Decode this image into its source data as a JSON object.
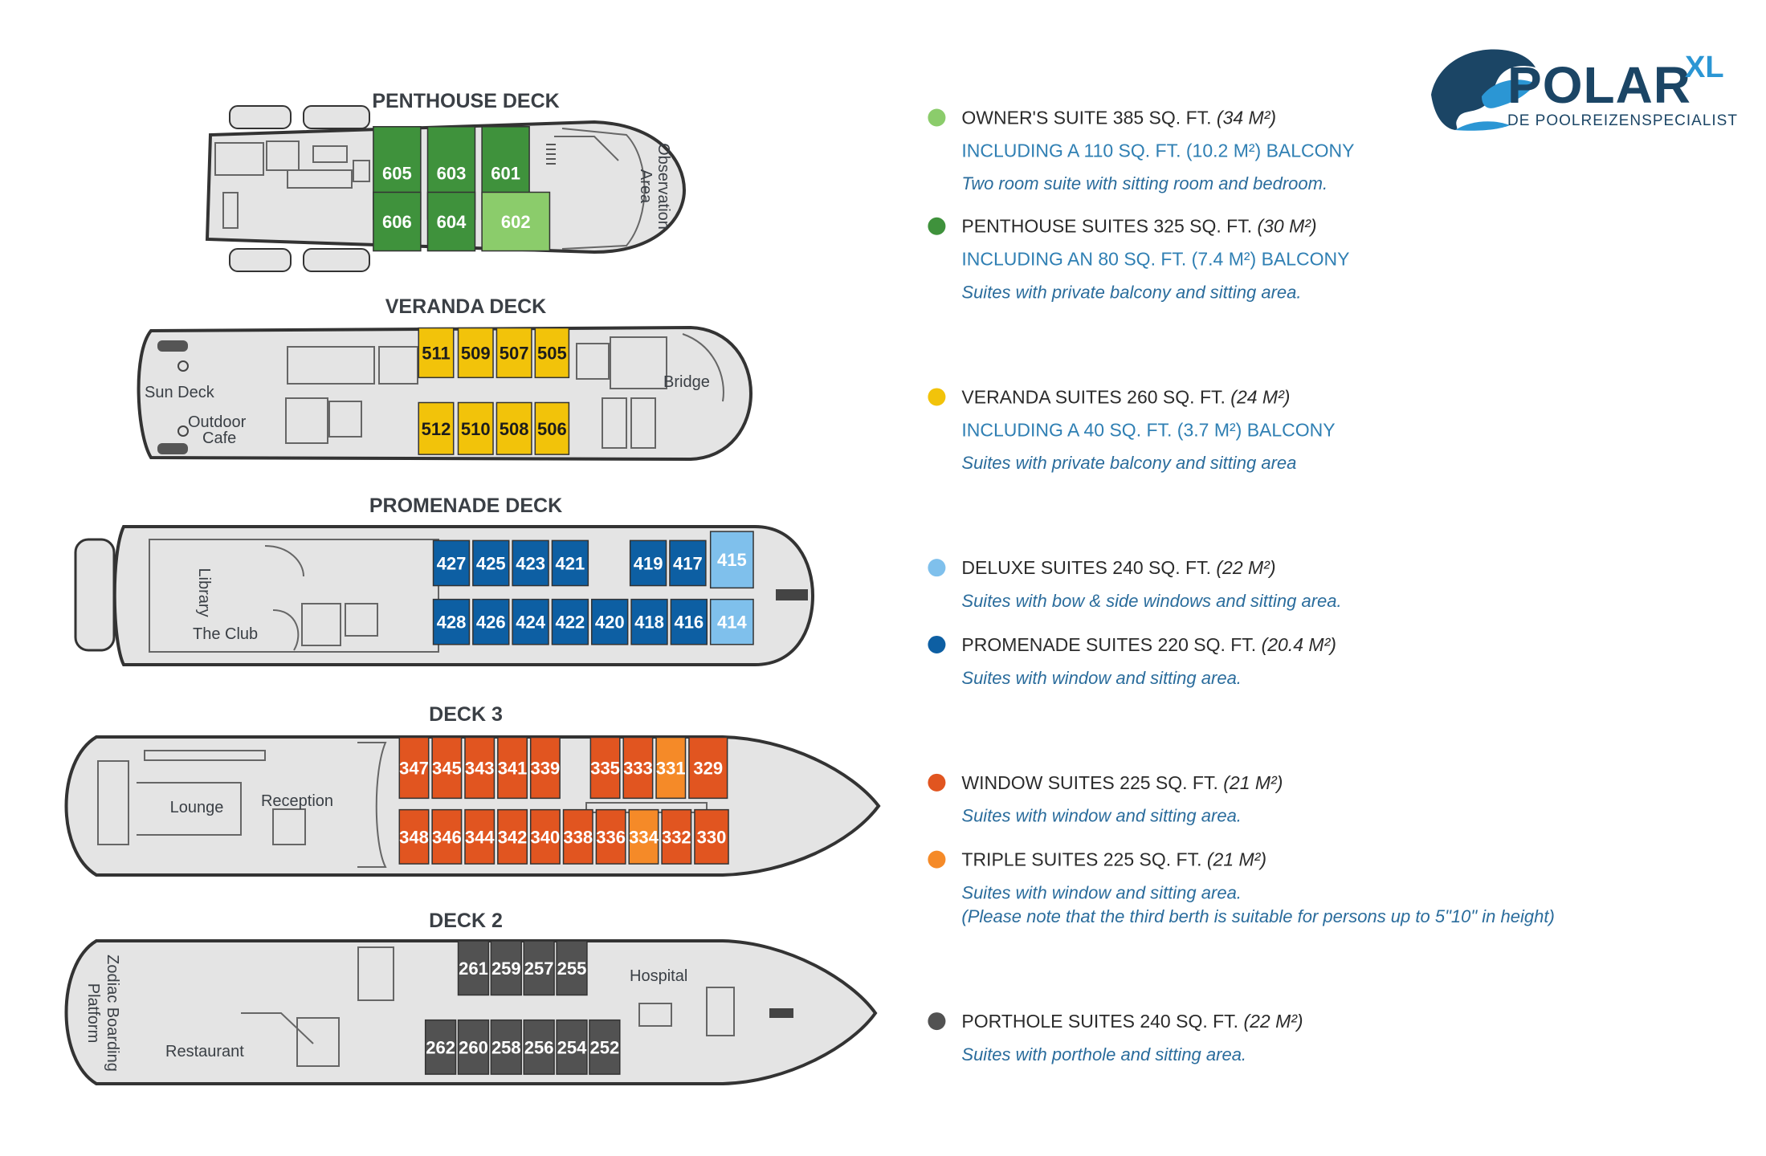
{
  "brand": {
    "name": "POLAR",
    "suffix": "XL",
    "tagline": "DE POOLREIZENSPECIALIST"
  },
  "colors": {
    "owner": "#8bcc6b",
    "penthouse": "#3f923c",
    "veranda": "#f2c30a",
    "deluxe": "#7fc0ec",
    "promenade": "#0d5fa3",
    "window": "#e15520",
    "triple": "#f58a28",
    "porthole": "#525252",
    "deck": "#e4e4e4",
    "outline": "#333333"
  },
  "decks": [
    {
      "title": "PENTHOUSE DECK",
      "labels": [
        "Observation",
        "Area"
      ],
      "cabins": [
        {
          "num": "605",
          "type": "penthouse"
        },
        {
          "num": "603",
          "type": "penthouse"
        },
        {
          "num": "601",
          "type": "penthouse"
        },
        {
          "num": "606",
          "type": "penthouse"
        },
        {
          "num": "604",
          "type": "penthouse"
        },
        {
          "num": "602",
          "type": "owner"
        }
      ]
    },
    {
      "title": "VERANDA DECK",
      "labels": [
        "Sun Deck",
        "Outdoor",
        "Cafe",
        "Bridge"
      ],
      "cabins": [
        {
          "num": "511",
          "type": "veranda"
        },
        {
          "num": "509",
          "type": "veranda"
        },
        {
          "num": "507",
          "type": "veranda"
        },
        {
          "num": "505",
          "type": "veranda"
        },
        {
          "num": "512",
          "type": "veranda"
        },
        {
          "num": "510",
          "type": "veranda"
        },
        {
          "num": "508",
          "type": "veranda"
        },
        {
          "num": "506",
          "type": "veranda"
        }
      ]
    },
    {
      "title": "PROMENADE DECK",
      "labels": [
        "Library",
        "The Club"
      ],
      "cabins": [
        {
          "num": "427",
          "type": "promenade"
        },
        {
          "num": "425",
          "type": "promenade"
        },
        {
          "num": "423",
          "type": "promenade"
        },
        {
          "num": "421",
          "type": "promenade"
        },
        {
          "num": "419",
          "type": "promenade"
        },
        {
          "num": "417",
          "type": "promenade"
        },
        {
          "num": "415",
          "type": "deluxe"
        },
        {
          "num": "428",
          "type": "promenade"
        },
        {
          "num": "426",
          "type": "promenade"
        },
        {
          "num": "424",
          "type": "promenade"
        },
        {
          "num": "422",
          "type": "promenade"
        },
        {
          "num": "420",
          "type": "promenade"
        },
        {
          "num": "418",
          "type": "promenade"
        },
        {
          "num": "416",
          "type": "promenade"
        },
        {
          "num": "414",
          "type": "deluxe"
        }
      ]
    },
    {
      "title": "DECK 3",
      "labels": [
        "Lounge",
        "Reception"
      ],
      "cabins": [
        {
          "num": "347",
          "type": "window"
        },
        {
          "num": "345",
          "type": "window"
        },
        {
          "num": "343",
          "type": "window"
        },
        {
          "num": "341",
          "type": "window"
        },
        {
          "num": "339",
          "type": "window"
        },
        {
          "num": "335",
          "type": "window"
        },
        {
          "num": "333",
          "type": "window"
        },
        {
          "num": "331",
          "type": "triple"
        },
        {
          "num": "329",
          "type": "window"
        },
        {
          "num": "348",
          "type": "window"
        },
        {
          "num": "346",
          "type": "window"
        },
        {
          "num": "344",
          "type": "window"
        },
        {
          "num": "342",
          "type": "window"
        },
        {
          "num": "340",
          "type": "window"
        },
        {
          "num": "338",
          "type": "window"
        },
        {
          "num": "336",
          "type": "window"
        },
        {
          "num": "334",
          "type": "triple"
        },
        {
          "num": "332",
          "type": "window"
        },
        {
          "num": "330",
          "type": "window"
        }
      ]
    },
    {
      "title": "DECK 2",
      "labels": [
        "Zodiac Boarding",
        "Platform",
        "Restaurant",
        "Hospital"
      ],
      "cabins": [
        {
          "num": "261",
          "type": "porthole"
        },
        {
          "num": "259",
          "type": "porthole"
        },
        {
          "num": "257",
          "type": "porthole"
        },
        {
          "num": "255",
          "type": "porthole"
        },
        {
          "num": "262",
          "type": "porthole"
        },
        {
          "num": "260",
          "type": "porthole"
        },
        {
          "num": "258",
          "type": "porthole"
        },
        {
          "num": "256",
          "type": "porthole"
        },
        {
          "num": "254",
          "type": "porthole"
        },
        {
          "num": "252",
          "type": "porthole"
        }
      ]
    }
  ],
  "legend": [
    {
      "type": "owner",
      "title": "OWNER'S SUITE 385 SQ. FT.",
      "area": "(34 M²)",
      "sub": "INCLUDING A 110 SQ. FT. (10.2 M²) BALCONY",
      "desc": [
        "Two room suite with sitting room and bedroom."
      ]
    },
    {
      "type": "penthouse",
      "title": "PENTHOUSE SUITES 325 SQ. FT.",
      "area": "(30 M²)",
      "sub": "INCLUDING AN 80 SQ. FT. (7.4 M²) BALCONY",
      "desc": [
        "Suites with private balcony and sitting area."
      ]
    },
    {
      "type": "veranda",
      "title": "VERANDA SUITES 260 SQ. FT.",
      "area": "(24 M²)",
      "sub": "INCLUDING A 40 SQ. FT. (3.7 M²) BALCONY",
      "desc": [
        "Suites with private balcony and sitting area"
      ]
    },
    {
      "type": "deluxe",
      "title": "DELUXE SUITES 240 SQ. FT.",
      "area": "(22 M²)",
      "sub": "",
      "desc": [
        "Suites with bow & side windows and sitting area."
      ]
    },
    {
      "type": "promenade",
      "title": "PROMENADE SUITES 220 SQ. FT.",
      "area": "(20.4 M²)",
      "sub": "",
      "desc": [
        "Suites with window and sitting area."
      ]
    },
    {
      "type": "window",
      "title": "WINDOW SUITES 225 SQ. FT.",
      "area": "(21 M²)",
      "sub": "",
      "desc": [
        "Suites with window and sitting area."
      ]
    },
    {
      "type": "triple",
      "title": "TRIPLE SUITES 225 SQ. FT.",
      "area": "(21 M²)",
      "sub": "",
      "desc": [
        "Suites with window and sitting area.",
        "(Please note that the third berth is suitable for persons up to 5\"10\" in height)"
      ]
    },
    {
      "type": "porthole",
      "title": "PORTHOLE SUITES 240 SQ. FT.",
      "area": "(22 M²)",
      "sub": "",
      "desc": [
        "Suites with porthole and sitting area."
      ]
    }
  ]
}
